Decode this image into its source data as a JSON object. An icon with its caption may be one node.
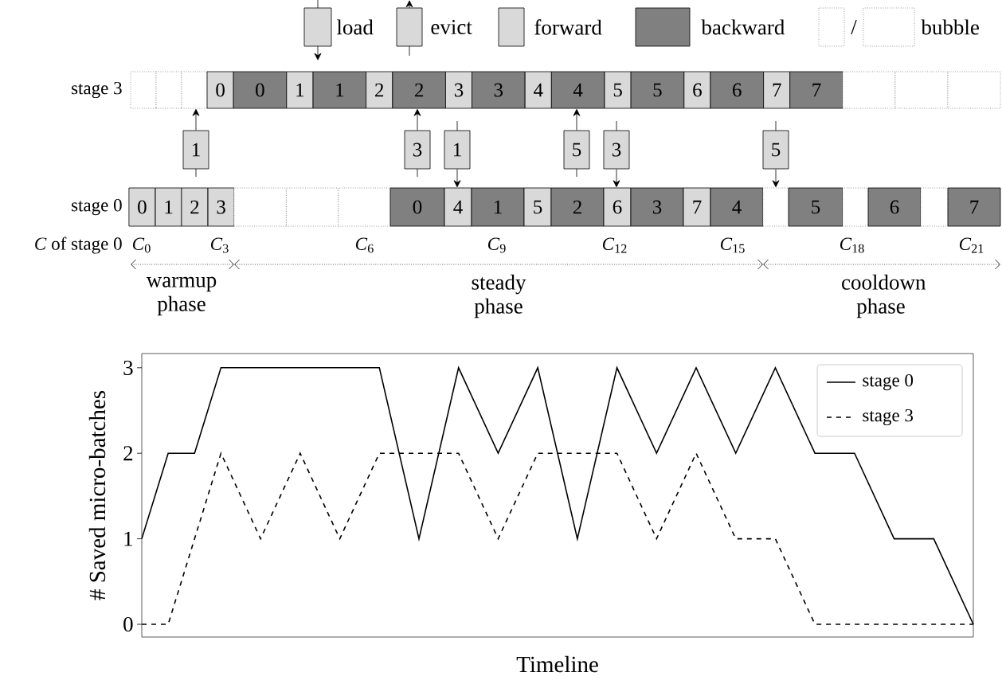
{
  "diagram": {
    "nodes": [
      {
        "text": [],
        "shape": "box"
      },
      {
        "text": [],
        "shape": "box"
      },
      {
        "text": [],
        "shape": "box"
      },
      {
        "text": [
          "0"
        ]
      },
      {
        "text": [
          "0"
        ]
      },
      {
        "text": [
          "1"
        ]
      },
      {
        "text": [
          "1"
        ]
      },
      {
        "text": [
          "2"
        ]
      },
      {
        "text": [
          "2"
        ]
      },
      {
        "text": [
          "3"
        ]
      },
      {
        "text": [
          "3"
        ]
      },
      {
        "text": [
          "4"
        ]
      },
      {
        "text": [
          "4"
        ]
      },
      {
        "text": [
          "5"
        ]
      },
      {
        "text": [
          "5"
        ]
      },
      {
        "text": [
          "6"
        ]
      },
      {
        "text": [
          "6"
        ]
      },
      {
        "text": [
          "7"
        ]
      },
      {
        "text": [
          "7"
        ]
      },
      {
        "text": [],
        "shape": "box"
      },
      {
        "text": [],
        "shape": "box"
      },
      {
        "text": [],
        "shape": "box"
      },
      {
        "text": [
          "1"
        ]
      },
      {
        "text": [
          "3"
        ]
      },
      {
        "text": [
          "1"
        ]
      },
      {
        "text": [
          "5"
        ]
      },
      {
        "text": [
          "3"
        ]
      },
      {
        "text": [
          "5"
        ]
      },
      {
        "text": [
          "0"
        ]
      },
      {
        "text": [
          "1"
        ]
      },
      {
        "text": [
          "2"
        ]
      },
      {
        "text": [
          "3"
        ]
      },
      {
        "text": [],
        "shape": "box"
      },
      {
        "text": [],
        "shape": "box"
      },
      {
        "text": [],
        "shape": "box"
      },
      {
        "text": [
          "0"
        ]
      },
      {
        "text": [
          "4"
        ]
      },
      {
        "text": [
          "1"
        ]
      },
      {
        "text": [
          "5"
        ]
      },
      {
        "text": [
          "2"
        ]
      },
      {
        "text": [
          "6"
        ]
      },
      {
        "text": [
          "3"
        ]
      },
      {
        "text": [
          "7"
        ]
      },
      {
        "text": [
          "4"
        ]
      },
      {
        "text": [],
        "shape": "box"
      },
      {
        "text": [
          "5"
        ]
      },
      {
        "text": [],
        "shape": "box"
      },
      {
        "text": [
          "6"
        ]
      },
      {
        "text": [],
        "shape": "box"
      },
      {
        "text": [
          "7"
        ]
      }
    ],
    "edges": [
      {
        "from": 22,
        "to": 2,
        "arrow": "to"
      },
      {
        "from": 23,
        "to": 8,
        "arrow": "to"
      },
      {
        "from": 24,
        "to": 36,
        "arrow": "to"
      },
      {
        "from": 25,
        "to": 12,
        "arrow": "to"
      },
      {
        "from": 26,
        "to": 40,
        "arrow": "to"
      },
      {
        "from": 27,
        "to": 44,
        "arrow": "to"
      }
    ],
    "labels": [
      "/",
      "stage 3",
      "stage 0",
      "*C* of stage 0",
      "*C*$_{0}$",
      "*C*$_{3}$",
      "*C*$_{6}$",
      "*C*$_{9}$",
      "*C*$_{12}$",
      "*C*$_{15}$",
      "*C*$_{18}$",
      "*C*$_{21}$",
      "warmup phase",
      "steady phase",
      "cooldown phase",
      "3",
      "2",
      "1",
      "0",
      "# Saved micro-batches",
      "Timeline"
    ],
    "legend": [
      {
        "text": "load"
      },
      {
        "text": "evict"
      },
      {
        "text": "forward",
        "color": "#d9d9d9"
      },
      {
        "text": "backward",
        "color": "#808080"
      },
      {
        "text": "bubble"
      },
      {
        "text": "stage 0"
      },
      {
        "text": "stage 3"
      }
    ]
  }
}
